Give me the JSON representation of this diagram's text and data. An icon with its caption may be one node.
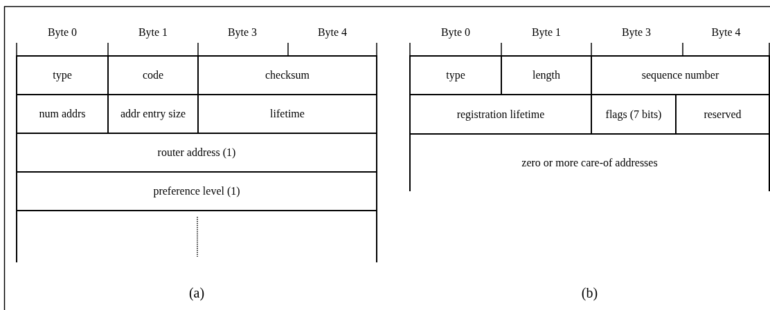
{
  "diagram": {
    "nodes": [
      {
        "text": [
          "type"
        ]
      },
      {
        "text": [
          "code"
        ]
      },
      {
        "text": [
          "checksum"
        ]
      },
      {
        "text": [
          "num addrs"
        ]
      },
      {
        "text": [
          "addr entry size"
        ]
      },
      {
        "text": [
          "lifetime"
        ]
      },
      {
        "text": [
          "router address (1)"
        ]
      },
      {
        "text": [
          "preference level (1)"
        ]
      },
      {
        "text": [],
        "shape": "box"
      },
      {
        "text": [
          "type"
        ]
      },
      {
        "text": [
          "length"
        ]
      },
      {
        "text": [
          "sequence number"
        ]
      },
      {
        "text": [
          "registration lifetime"
        ]
      },
      {
        "text": [
          "flags (7 bits)"
        ]
      },
      {
        "text": [
          "reserved"
        ]
      },
      {
        "text": [
          "zero or more care-of addresses"
        ]
      }
    ],
    "labels": [
      "Byte 0",
      "Byte 1",
      "Byte 3",
      "Byte 4",
      "Byte 0",
      "Byte 1",
      "Byte 3",
      "Byte 4",
      "(a)",
      "(b)"
    ]
  }
}
